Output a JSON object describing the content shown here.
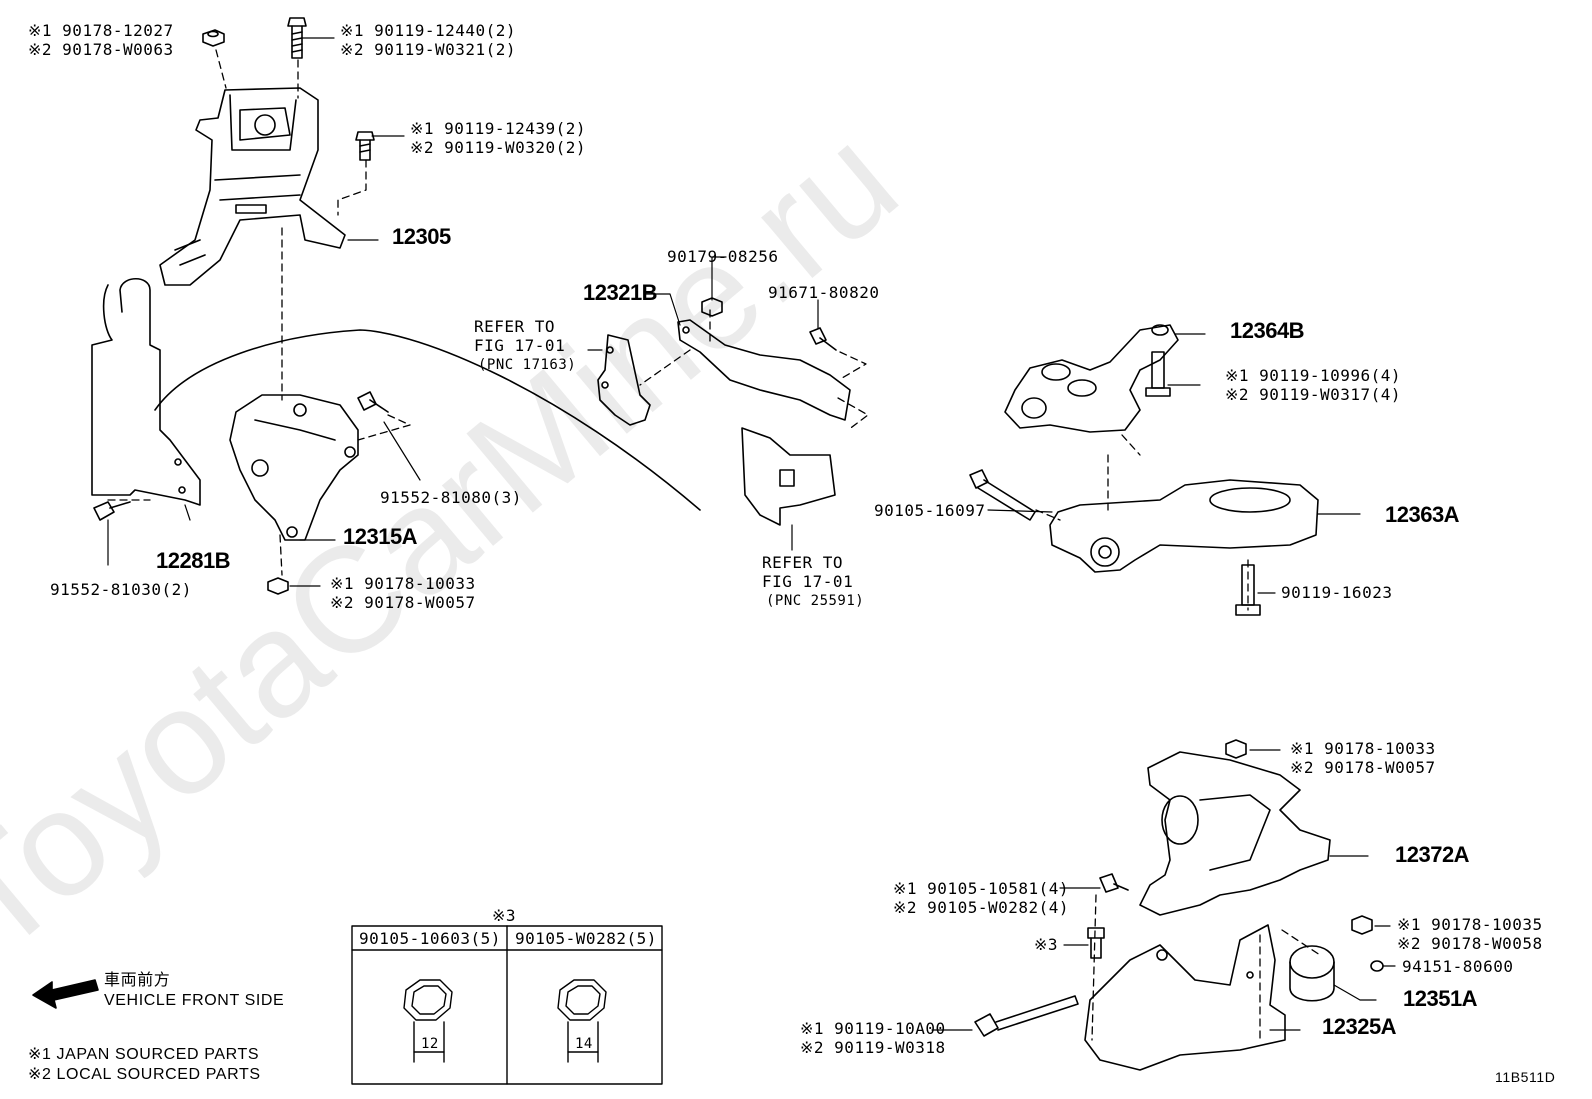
{
  "watermark": "ToyotaCarMine.ru",
  "parts": {
    "p12305": "12305",
    "p12321b": "12321B",
    "p12364b": "12364B",
    "p12281b": "12281B",
    "p12315a": "12315A",
    "p12363a": "12363A",
    "p12372a": "12372A",
    "p12351a": "12351A",
    "p12325a": "12325A"
  },
  "fasteners": {
    "nut_top_1": "※1 90178-12027",
    "nut_top_2": "※2 90178-W0063",
    "bolt_top_1": "※1 90119-12440(2)",
    "bolt_top_2": "※2 90119-W0321(2)",
    "bolt_mid_1": "※1 90119-12439(2)",
    "bolt_mid_2": "※2 90119-W0320(2)",
    "nut_08256": "90179-08256",
    "bolt_80820": "91671-80820",
    "bolt_right_1": "※1 90119-10996(4)",
    "bolt_right_2": "※2 90119-W0317(4)",
    "bolt_81080": "91552-81080(3)",
    "bolt_16097": "90105-16097",
    "bolt_81030": "91552-81030(2)",
    "nut_bottom_1": "※1 90178-10033",
    "nut_bottom_2": "※2 90178-W0057",
    "bolt_16023": "90119-16023",
    "nut_r_1": "※1 90178-10033",
    "nut_r_2": "※2 90178-W0057",
    "bolt_10581_1": "※1 90105-10581(4)",
    "bolt_10581_2": "※2 90105-W0282(4)",
    "star3": "※3",
    "nut_10035_1": "※1 90178-10035",
    "nut_10035_2": "※2 90178-W0058",
    "washer_80600": "94151-80600",
    "bolt_10a00_1": "※1 90119-10A00",
    "bolt_10a00_2": "※2 90119-W0318"
  },
  "refers": {
    "r1_line1": "REFER TO",
    "r1_line2": "FIG 17-01",
    "r1_line3": "(PNC 17163)",
    "r2_line1": "REFER TO",
    "r2_line2": "FIG 17-01",
    "r2_line3": "(PNC 25591)"
  },
  "table": {
    "header_mark": "※3",
    "col1_part": "90105-10603(5)",
    "col2_part": "90105-W0282(5)",
    "col1_size": "12",
    "col2_size": "14"
  },
  "legend": {
    "front_jp": "車両前方",
    "front_en": "VEHICLE FRONT SIDE",
    "note1": "※1 JAPAN SOURCED PARTS",
    "note2": "※2 LOCAL SOURCED PARTS"
  },
  "figure_code": "11B511D"
}
